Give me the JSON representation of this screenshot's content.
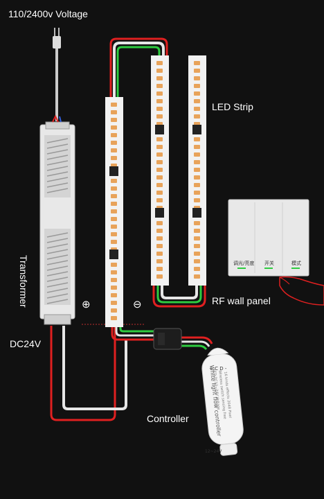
{
  "labels": {
    "voltage": "110/2400v Voltage",
    "led_strip": "LED Strip",
    "rf_wall_panel": "RF wall panel",
    "transformer": "Transformer",
    "dc24v": "DC24V",
    "controller": "Controller",
    "plus": "⊕",
    "minus": "⊖"
  },
  "wall_panel": {
    "buttons": [
      "调光/亮度",
      "开关",
      "模式"
    ]
  },
  "controller_device": {
    "pins": "+ C D -",
    "title": "White light flow controller",
    "sub1": "LED DC12~24V Voltage",
    "sub2": "Wireless switch sensing free",
    "sub3": "16 kinds effects 2048 Pixel",
    "voltage": "12~24V"
  },
  "colors": {
    "background": "#111111",
    "wire_red": "#e02020",
    "wire_green": "#2ecc40",
    "wire_white": "#e6e6e6",
    "strip": "#f2f2f2",
    "led": "#e8a35a"
  }
}
